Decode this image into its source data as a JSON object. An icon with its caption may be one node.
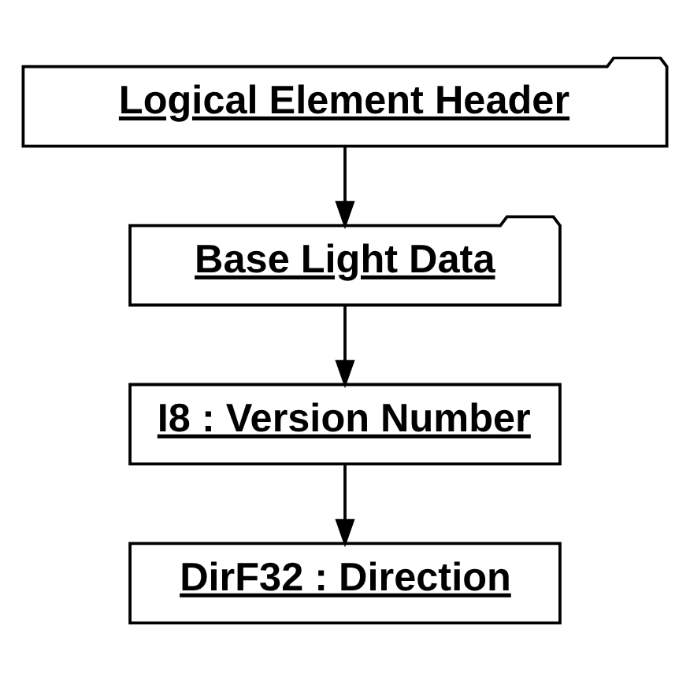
{
  "diagram": {
    "nodes": [
      {
        "text": [
          "Logical Element Header"
        ]
      },
      {
        "text": [
          "Base Light Data"
        ]
      },
      {
        "text": [
          "I8 : Version Number"
        ]
      },
      {
        "text": [
          "DirF32 : Direction"
        ]
      }
    ],
    "edges": [
      {
        "from": 0,
        "to": 1,
        "arrow": "to"
      },
      {
        "from": 1,
        "to": 2,
        "arrow": "to"
      },
      {
        "from": 2,
        "to": 3,
        "arrow": "to"
      }
    ]
  }
}
